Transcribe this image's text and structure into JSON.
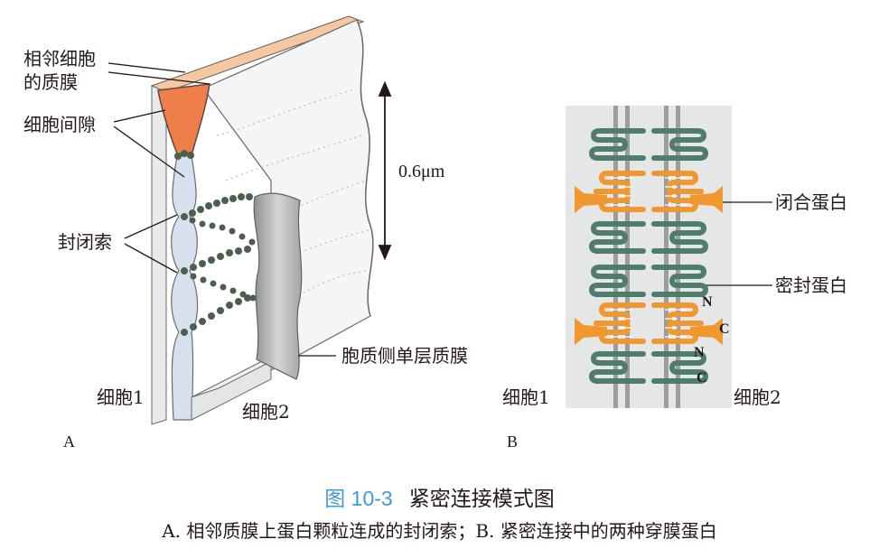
{
  "panel_a": {
    "letter": "A",
    "label_membranes_line1": "相邻细胞",
    "label_membranes_line2": "的质膜",
    "label_gap": "细胞间隙",
    "label_strands": "封闭索",
    "label_scale": "0.6μm",
    "label_cyto_membrane": "胞质侧单层质膜",
    "label_cell1": "细胞1",
    "label_cell2": "细胞2"
  },
  "panel_b": {
    "letter": "B",
    "label_claudin_closing": "闭合蛋白",
    "label_sealing": "密封蛋白",
    "label_n1": "N",
    "label_c1": "C",
    "label_n2": "N",
    "label_c2": "C",
    "label_cell1": "细胞1",
    "label_cell2": "细胞2"
  },
  "caption": {
    "figure_number": "图 10-3",
    "title": "紧密连接模式图",
    "description": "A. 相邻质膜上蛋白颗粒连成的封闭索；B. 紧密连接中的两种穿膜蛋白"
  },
  "colors": {
    "membrane_orange": "#ef7e4b",
    "membrane_tan": "#f2c9a3",
    "strand_green": "#4c5f4e",
    "protein_teal": "#4e7d6c",
    "protein_orange": "#f0972f",
    "caption_blue": "#3e9ad6",
    "panel_b_bg": "#e5e6e6"
  }
}
